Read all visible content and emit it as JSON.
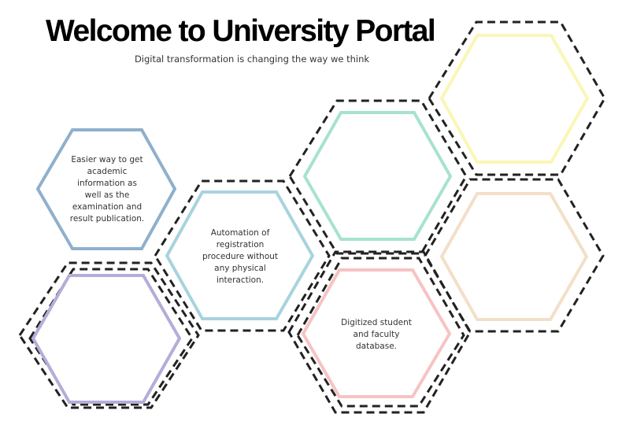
{
  "header": {
    "title": "Welcome to University Portal",
    "subtitle": "Digital transformation is changing the way we think"
  },
  "hexagons": [
    {
      "id": "academic-info",
      "text": "Easier way to get academic information as well as the examination and result publication.",
      "color": "#8fb0cc",
      "dashed_outline": false
    },
    {
      "id": "registration",
      "text": "Automation of registration procedure without any physical interaction.",
      "color": "#a8d3de",
      "dashed_outline": true
    },
    {
      "id": "database",
      "text": "Digitized student and faculty database.",
      "color": "#f7c3c3",
      "dashed_outline": true
    },
    {
      "id": "purple",
      "text": "",
      "color": "#b4add8",
      "dashed_outline": true
    },
    {
      "id": "green",
      "text": "",
      "color": "#a7e3cc",
      "dashed_outline": true
    },
    {
      "id": "yellow",
      "text": "",
      "color": "#fbf6b6",
      "dashed_outline": true
    },
    {
      "id": "peach",
      "text": "",
      "color": "#f3dfc8",
      "dashed_outline": true
    }
  ]
}
